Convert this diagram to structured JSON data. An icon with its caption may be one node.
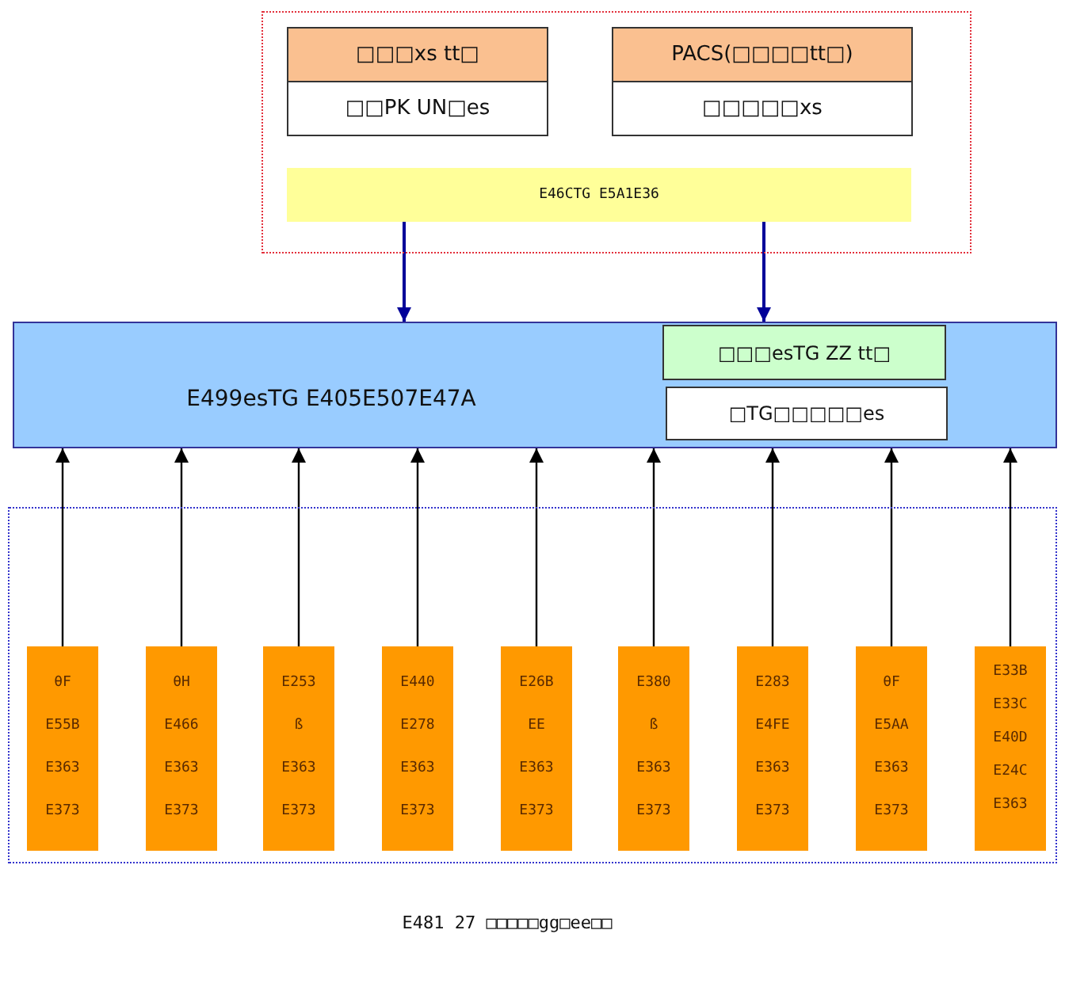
{
  "diagram": {
    "caption": "E481 27 □□□□□gg□ee□□",
    "nodes": [
      {
        "text": [],
        "shape": "box"
      },
      {
        "text": [
          "□□□xs tt□",
          "□□PK UN□es"
        ],
        "in": 0
      },
      {
        "text": [
          "PACS(□□□□tt□)",
          "□□□□□xs"
        ],
        "in": 0
      },
      {
        "text": [
          "E46CTG E5A1E36"
        ],
        "in": 0
      },
      {
        "text": [
          "E499esTG E405E507E47A"
        ]
      },
      {
        "text": [
          "□□□esTG ZZ tt□"
        ],
        "in": 4
      },
      {
        "text": [
          "□TG□□□□□es"
        ],
        "in": 4
      },
      {
        "text": [],
        "shape": "box"
      },
      {
        "text": [
          "θF",
          "E55B",
          "E363",
          "E373"
        ],
        "in": 7
      },
      {
        "text": [
          "θH",
          "E466",
          "E363",
          "E373"
        ],
        "in": 7
      },
      {
        "text": [
          "E253",
          "ß",
          "E363",
          "E373"
        ],
        "in": 7
      },
      {
        "text": [
          "E440",
          "E278",
          "E363",
          "E373"
        ],
        "in": 7
      },
      {
        "text": [
          "E26B",
          "EE",
          "E363",
          "E373"
        ],
        "in": 7
      },
      {
        "text": [
          "E380",
          "ß",
          "E363",
          "E373"
        ],
        "in": 7
      },
      {
        "text": [
          "E283",
          "E4FE",
          "E363",
          "E373"
        ],
        "in": 7
      },
      {
        "text": [
          "θF",
          "E5AA",
          "E363",
          "E373"
        ],
        "in": 7
      },
      {
        "text": [
          "E33B",
          "E33C",
          "E40D",
          "E24C",
          "E363"
        ],
        "in": 7
      }
    ],
    "edges": [
      {
        "from": 3,
        "to": 4,
        "arrow": "to",
        "color": "#000099"
      },
      {
        "from": 3,
        "to": 4,
        "arrow": "to",
        "color": "#000099"
      },
      {
        "from": 8,
        "to": 4,
        "arrow": "to"
      },
      {
        "from": 9,
        "to": 4,
        "arrow": "to"
      },
      {
        "from": 10,
        "to": 4,
        "arrow": "to"
      },
      {
        "from": 11,
        "to": 4,
        "arrow": "to"
      },
      {
        "from": 12,
        "to": 4,
        "arrow": "to"
      },
      {
        "from": 13,
        "to": 4,
        "arrow": "to"
      },
      {
        "from": 14,
        "to": 4,
        "arrow": "to"
      },
      {
        "from": 15,
        "to": 4,
        "arrow": "to"
      },
      {
        "from": 16,
        "to": 4,
        "arrow": "to"
      }
    ]
  }
}
